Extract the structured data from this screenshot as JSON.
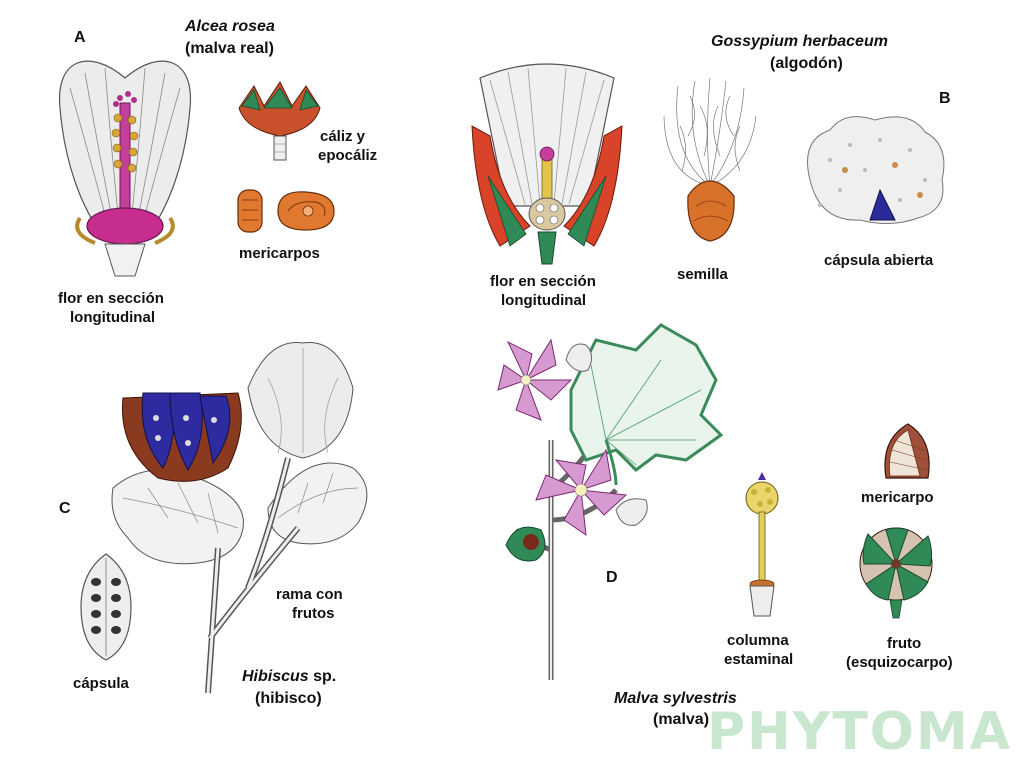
{
  "panels": {
    "A": {
      "letter": "A",
      "scientific_name": "Alcea rosea",
      "common_name": "(malva real)",
      "labels": {
        "flower_line1": "flor en sección",
        "flower_line2": "longitudinal",
        "calyx_line1": "cáliz y",
        "calyx_line2": "epocáliz",
        "mericarps": "mericarpos"
      }
    },
    "B": {
      "letter": "B",
      "scientific_name": "Gossypium herbaceum",
      "common_name": "(algodón)",
      "labels": {
        "flower_line1": "flor en sección",
        "flower_line2": "longitudinal",
        "seed": "semilla",
        "open_capsule": "cápsula abierta"
      }
    },
    "C": {
      "letter": "C",
      "scientific_name": "Hibiscus",
      "scientific_suffix": " sp.",
      "common_name": "(hibisco)",
      "labels": {
        "branch_line1": "rama con",
        "branch_line2": "frutos",
        "capsule": "cápsula"
      }
    },
    "D": {
      "letter": "D",
      "scientific_name": "Malva sylvestris",
      "common_name": "(malva)",
      "labels": {
        "column_line1": "columna",
        "column_line2": "estaminal",
        "mericarp": "mericarpo",
        "fruit_line1": "fruto",
        "fruit_line2": "(esquizocarpo)"
      }
    }
  },
  "watermark": "PHYTOMA",
  "colors": {
    "petal_gray": "#e9e9e9",
    "magenta": "#c0208a",
    "calyx_green": "#2f8a57",
    "orange": "#d4622a",
    "red_calyx": "#c8402a",
    "blue_seed": "#2a2a9a",
    "pink_petal": "#c565b5",
    "leaf_green": "#a8d8b4",
    "watermark_green": "#c9e6cf"
  }
}
